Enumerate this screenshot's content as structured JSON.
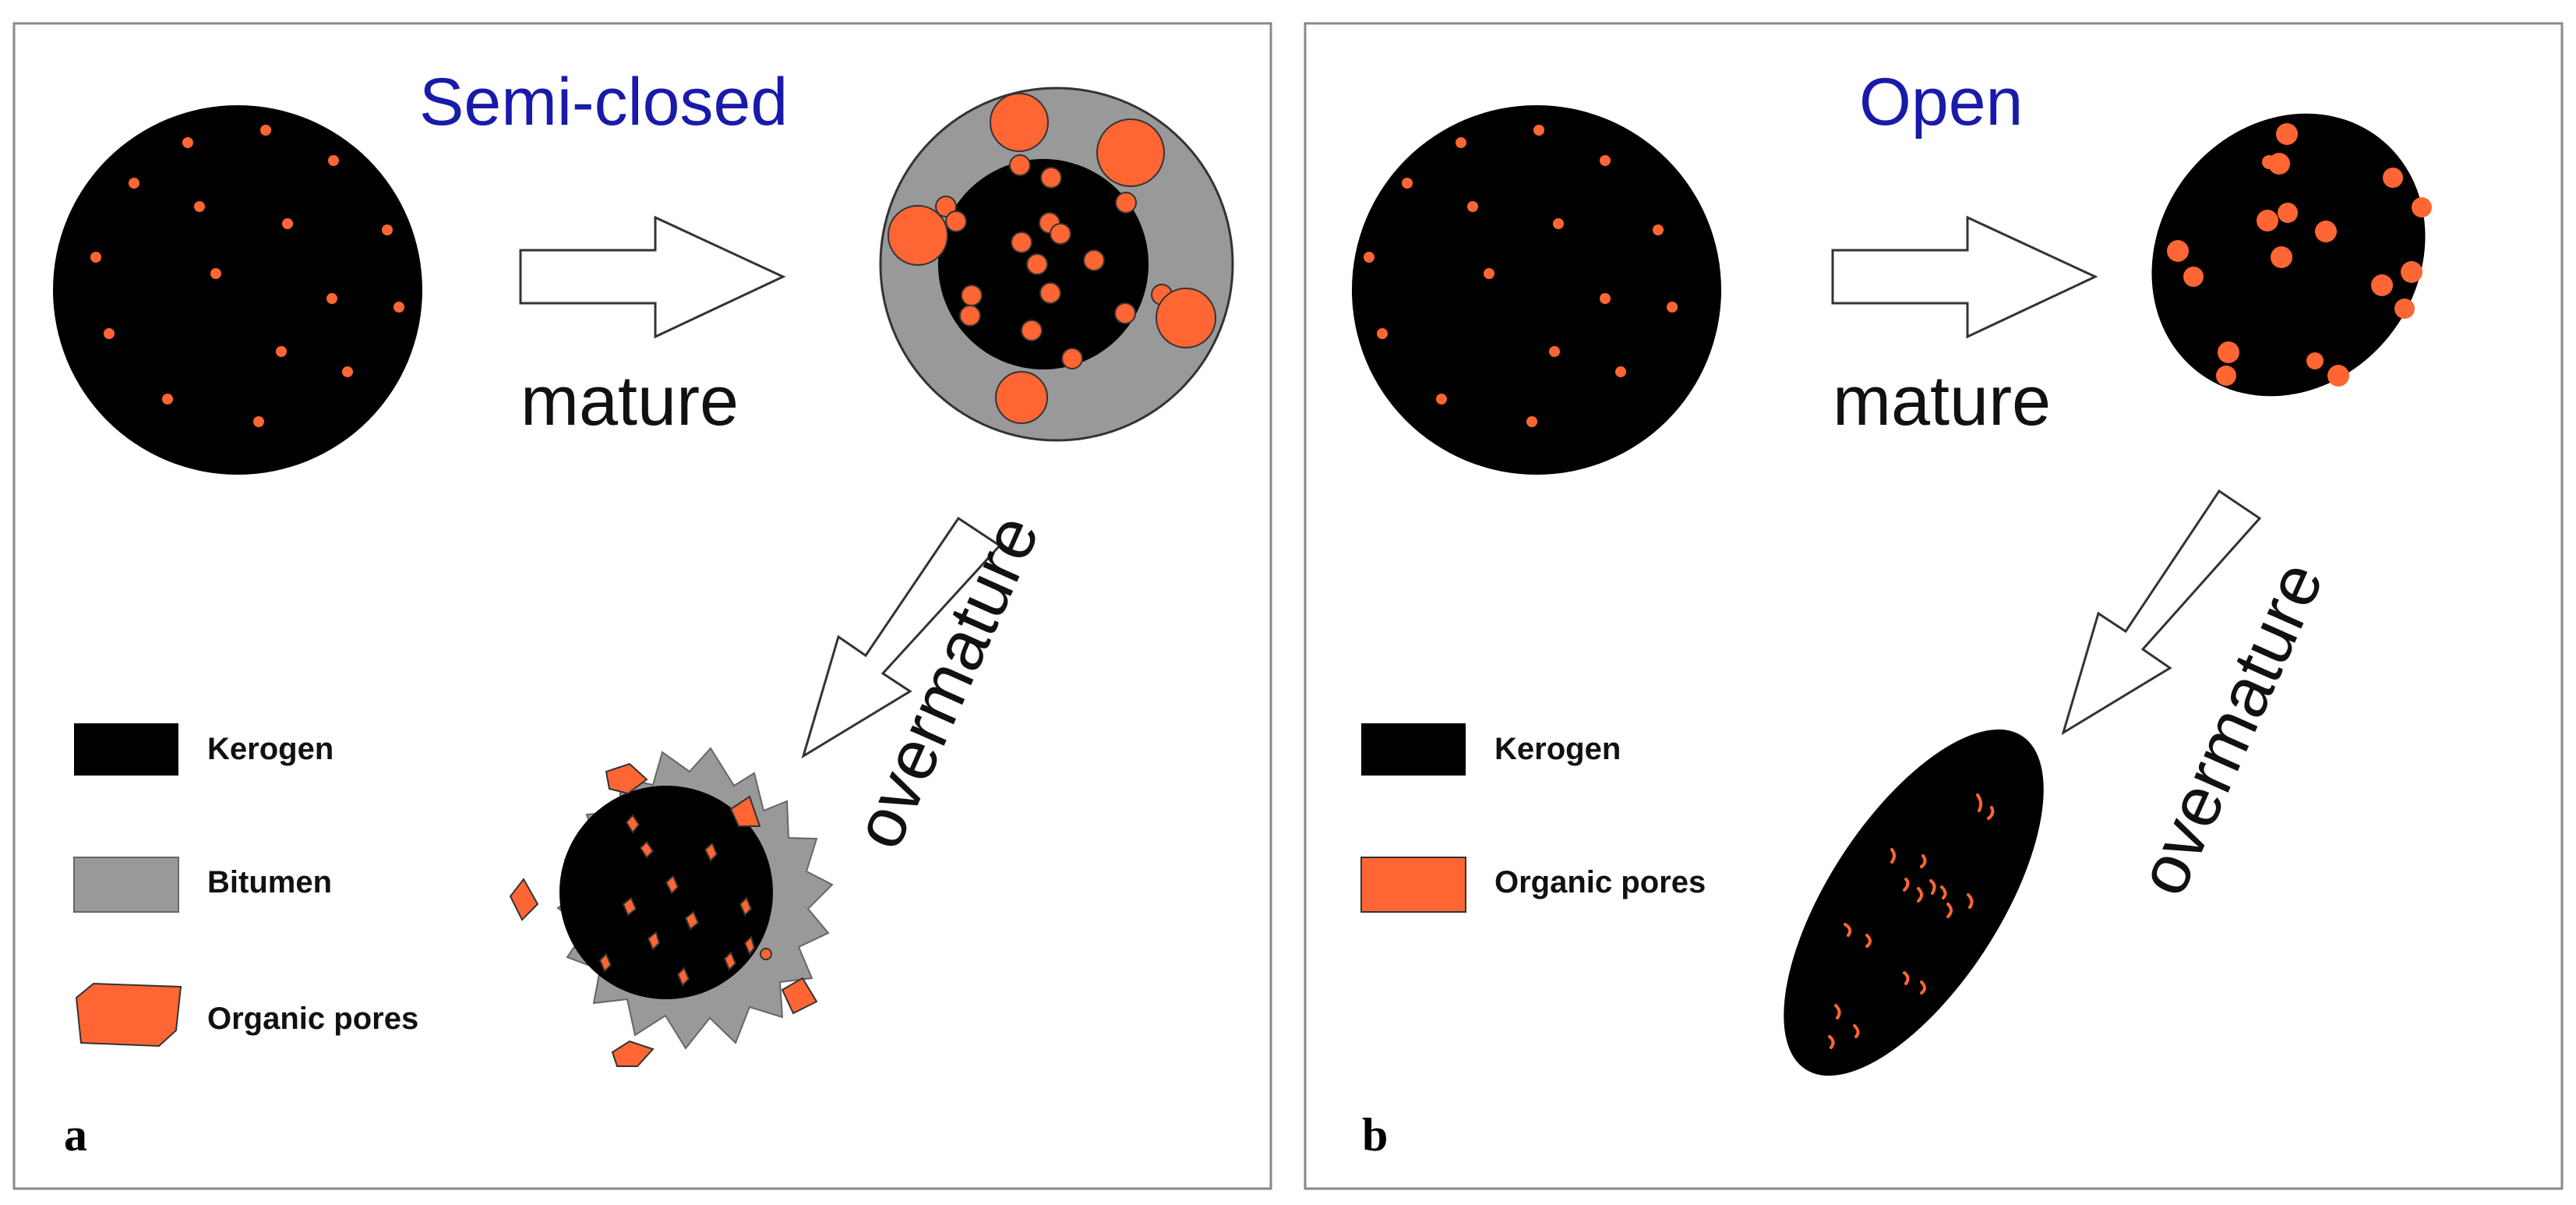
{
  "colors": {
    "kerogen": "#000000",
    "bitumen": "#999999",
    "organic_pores": "#ff6633",
    "title": "#1a1aaa",
    "frame": "#888888"
  },
  "panels": [
    {
      "letter": "a",
      "title": "Semi-closed",
      "mature_label": "mature",
      "overmature_label": "overmature",
      "legend": [
        {
          "label": "Kerogen",
          "swatch": "kerogen"
        },
        {
          "label": "Bitumen",
          "swatch": "bitumen"
        },
        {
          "label": "Organic pores",
          "swatch": "organic_pores"
        }
      ]
    },
    {
      "letter": "b",
      "title": "Open",
      "mature_label": "mature",
      "overmature_label": "overmature",
      "legend": [
        {
          "label": "Kerogen",
          "swatch": "kerogen"
        },
        {
          "label": "Organic pores",
          "swatch": "organic_pores"
        }
      ]
    }
  ]
}
